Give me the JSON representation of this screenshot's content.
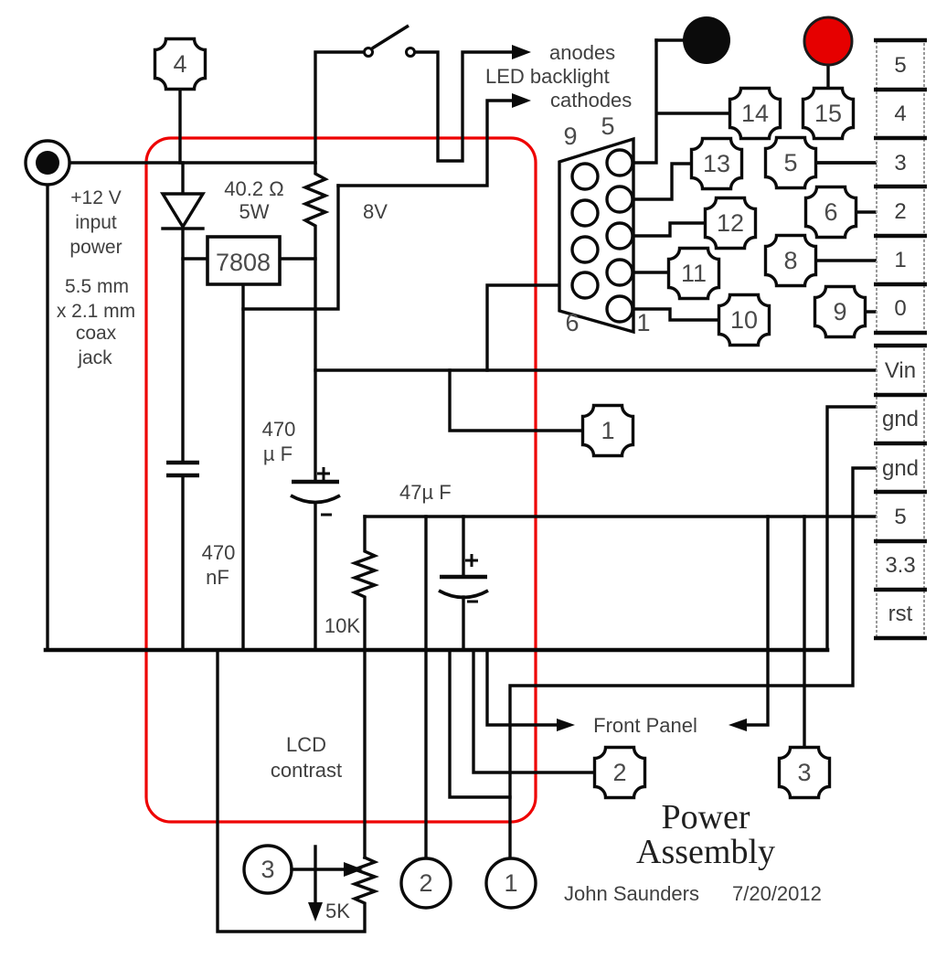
{
  "title": {
    "line1": "Power",
    "line2": "Assembly",
    "author": "John Saunders",
    "date": "7/20/2012"
  },
  "labels": {
    "anodes": "anodes",
    "led_backlight": "LED backlight",
    "cathodes": "cathodes",
    "v8": "8V",
    "resistor_value": "40.2 Ω",
    "resistor_power": "5W",
    "regulator": "7808",
    "input_line1": "+12 V",
    "input_line2": "input",
    "input_line3": "power",
    "jack_line1": "5.5 mm",
    "jack_line2": "x 2.1 mm",
    "jack_line3": "coax",
    "jack_line4": "jack",
    "cap_input_line1": "470",
    "cap_input_line2": "µ F",
    "cap_nf_line1": "470",
    "cap_nf_line2": "nF",
    "cap_output": "47µ F",
    "resistor_10k": "10K",
    "lcd_line1": "LCD",
    "lcd_line2": "contrast",
    "pot_value": "5K",
    "front_panel": "Front Panel"
  },
  "db9": {
    "p9": "9",
    "p5": "5",
    "p6": "6",
    "p1": "1"
  },
  "nodes": {
    "n4": "4",
    "n14": "14",
    "n15": "15",
    "n13": "13",
    "n5": "5",
    "n12": "12",
    "n6": "6",
    "n11": "11",
    "n8": "8",
    "n10": "10",
    "n9": "9",
    "n1": "1",
    "n2": "2",
    "n3": "3",
    "c3": "3",
    "c2": "2",
    "c1": "1"
  },
  "terminals": {
    "upper": [
      "5",
      "4",
      "3",
      "2",
      "1",
      "0"
    ],
    "lower": [
      "Vin",
      "gnd",
      "gnd",
      "5",
      "3.3",
      "rst"
    ]
  },
  "colors": {
    "wire": "#0a0a0a",
    "boundary_red": "#ee0000",
    "post_red": "#e60000",
    "post_black": "#0b0b0b",
    "text_gray": "#404040"
  }
}
